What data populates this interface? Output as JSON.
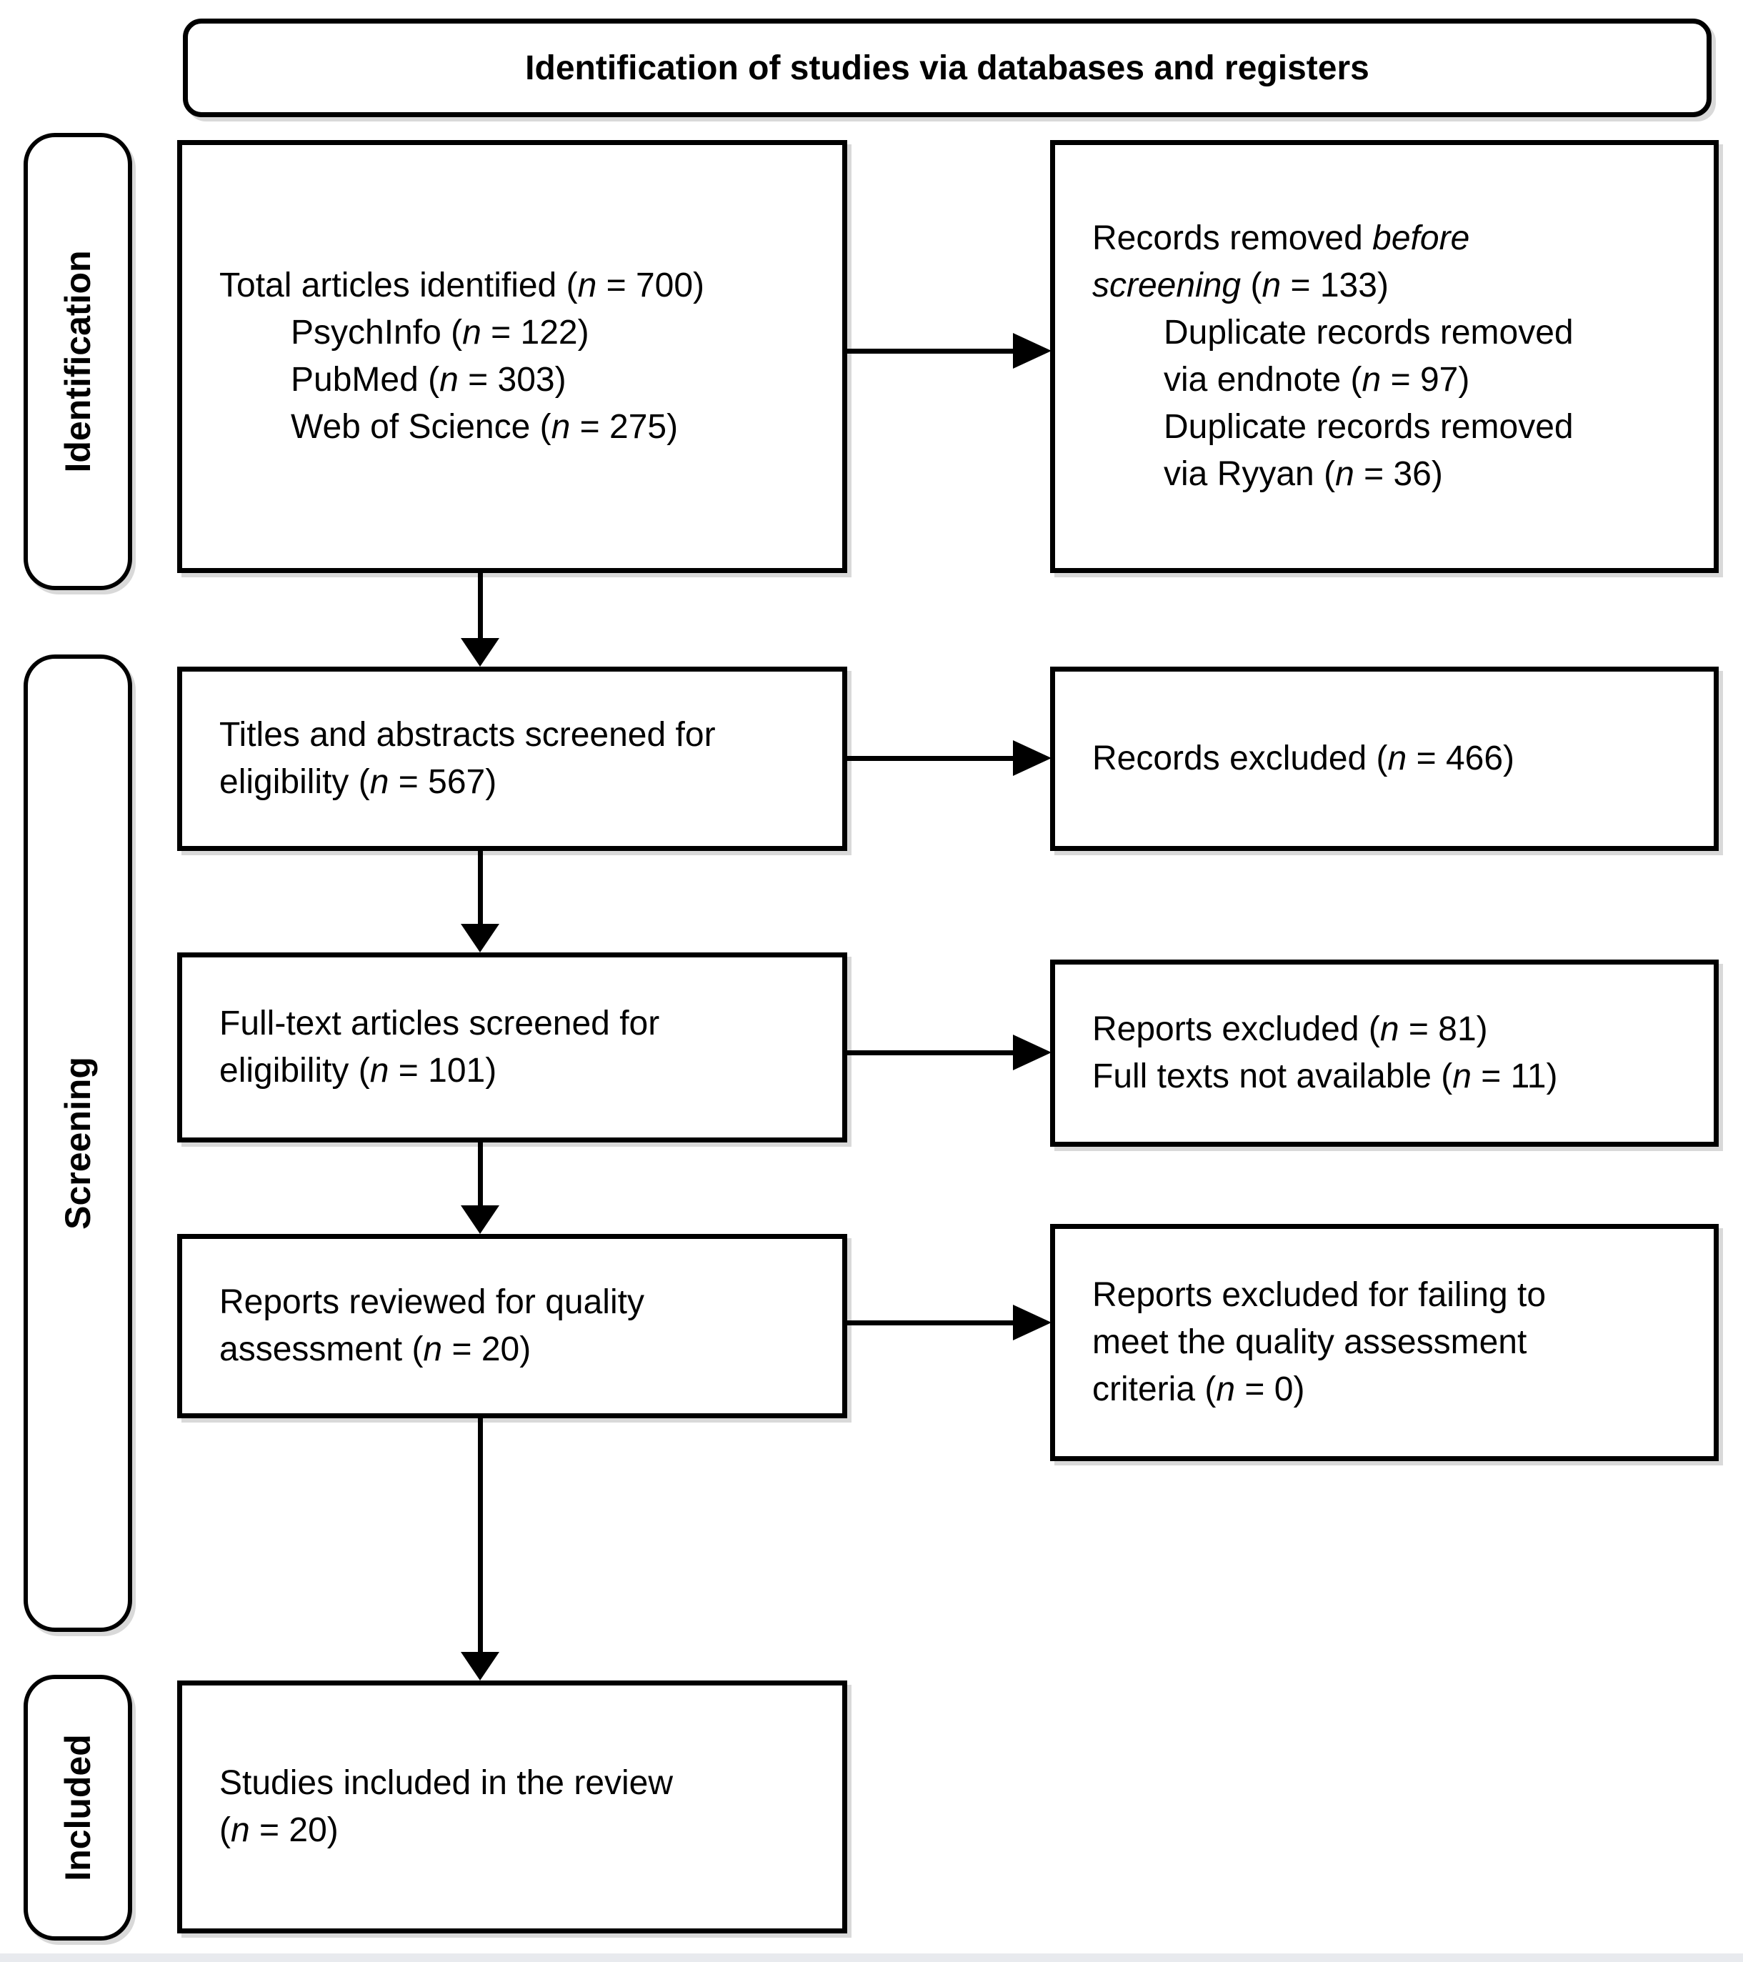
{
  "title": {
    "text": "Identification of studies via databases and registers"
  },
  "stages": {
    "identification": "Identification",
    "screening": "Screening",
    "included": "Included"
  },
  "boxes": {
    "identified": {
      "lines": [
        {
          "indent": 0,
          "text": "Total articles identified (*n* = 700)"
        },
        {
          "indent": 1,
          "text": "PsychInfo (*n* = 122)"
        },
        {
          "indent": 1,
          "text": "PubMed (*n* = 303)"
        },
        {
          "indent": 1,
          "text": "Web of Science (*n* = 275)"
        }
      ]
    },
    "removed_before_screening": {
      "lines": [
        {
          "indent": 0,
          "text": "Records removed *before*"
        },
        {
          "indent": 0,
          "text": "*screening* (*n* = 133)"
        },
        {
          "indent": 1,
          "text": "Duplicate records removed"
        },
        {
          "indent": 1,
          "text": "via endnote (*n* = 97)"
        },
        {
          "indent": 1,
          "text": "Duplicate records removed"
        },
        {
          "indent": 1,
          "text": "via Ryyan (*n* = 36)"
        }
      ]
    },
    "titles_abstracts_screened": {
      "lines": [
        {
          "indent": 0,
          "text": "Titles and abstracts screened for"
        },
        {
          "indent": 0,
          "text": "eligibility (*n* = 567)"
        }
      ]
    },
    "records_excluded": {
      "lines": [
        {
          "indent": 0,
          "text": "Records excluded (*n* = 466)"
        }
      ]
    },
    "fulltext_screened": {
      "lines": [
        {
          "indent": 0,
          "text": "Full-text articles screened for"
        },
        {
          "indent": 0,
          "text": "eligibility (*n* = 101)"
        }
      ]
    },
    "reports_excluded": {
      "lines": [
        {
          "indent": 0,
          "text": "Reports excluded (*n* = 81)"
        },
        {
          "indent": 0,
          "text": "Full texts not available (*n* = 11)"
        }
      ]
    },
    "quality_reviewed": {
      "lines": [
        {
          "indent": 0,
          "text": "Reports reviewed for quality"
        },
        {
          "indent": 0,
          "text": "assessment (*n* = 20)"
        }
      ]
    },
    "quality_excluded": {
      "lines": [
        {
          "indent": 0,
          "text": "Reports excluded for failing to"
        },
        {
          "indent": 0,
          "text": "meet the quality assessment"
        },
        {
          "indent": 0,
          "text": "criteria (*n* = 0)"
        }
      ]
    },
    "included_studies": {
      "lines": [
        {
          "indent": 0,
          "text": "Studies included in the review"
        },
        {
          "indent": 0,
          "text": "(*n* = 20)"
        }
      ]
    }
  },
  "colors": {
    "box_border": "#000000",
    "box_fill": "#ffffff",
    "shadow": "#d9d9d9",
    "edge_strip": "#e8eaee"
  }
}
